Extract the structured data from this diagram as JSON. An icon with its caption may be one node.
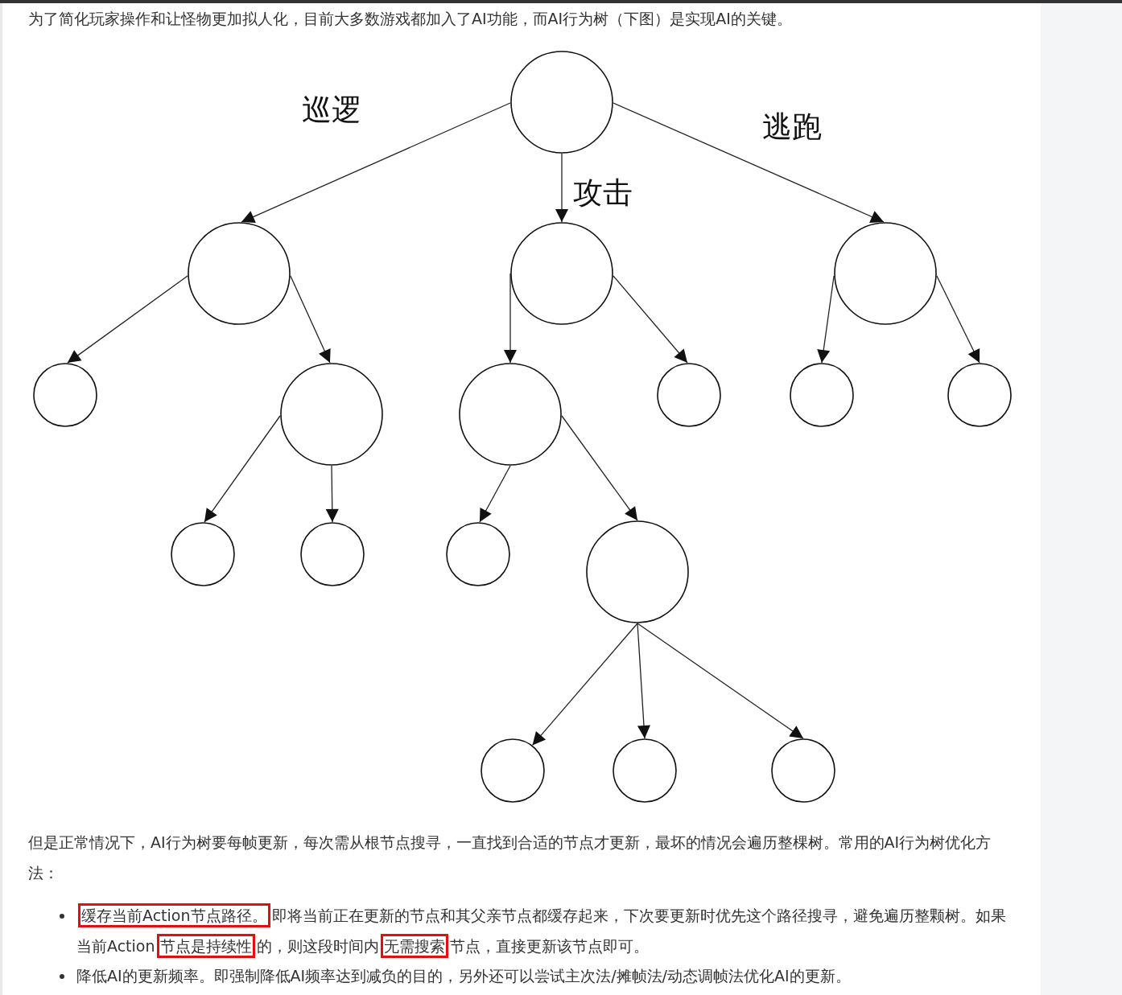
{
  "diagram": {
    "nodes": [
      {
        "text": [],
        "shape": "circle"
      },
      {
        "text": [],
        "shape": "circle"
      },
      {
        "text": [],
        "shape": "circle"
      },
      {
        "text": [],
        "shape": "circle"
      },
      {
        "text": [],
        "shape": "circle"
      },
      {
        "text": [],
        "shape": "circle"
      },
      {
        "text": [],
        "shape": "circle"
      },
      {
        "text": [],
        "shape": "circle"
      },
      {
        "text": [],
        "shape": "circle"
      },
      {
        "text": [],
        "shape": "circle"
      },
      {
        "text": [],
        "shape": "circle"
      },
      {
        "text": [],
        "shape": "circle"
      },
      {
        "text": [],
        "shape": "circle"
      },
      {
        "text": [],
        "shape": "circle"
      },
      {
        "text": [],
        "shape": "circle"
      },
      {
        "text": [],
        "shape": "circle"
      },
      {
        "text": [],
        "shape": "circle"
      }
    ],
    "edges": [
      {
        "from": 0,
        "to": 1,
        "arrow": "to",
        "label": "巡逻"
      },
      {
        "from": 0,
        "to": 2,
        "arrow": "to",
        "label": "攻击"
      },
      {
        "from": 0,
        "to": 3,
        "arrow": "to",
        "label": "逃跑"
      },
      {
        "from": 1,
        "to": 4,
        "arrow": "to"
      },
      {
        "from": 1,
        "to": 5,
        "arrow": "to"
      },
      {
        "from": 2,
        "to": 6,
        "arrow": "to"
      },
      {
        "from": 2,
        "to": 7,
        "arrow": "to"
      },
      {
        "from": 3,
        "to": 8,
        "arrow": "to"
      },
      {
        "from": 3,
        "to": 9,
        "arrow": "to"
      },
      {
        "from": 5,
        "to": 10,
        "arrow": "to"
      },
      {
        "from": 5,
        "to": 11,
        "arrow": "to"
      },
      {
        "from": 6,
        "to": 12,
        "arrow": "to"
      },
      {
        "from": 6,
        "to": 13,
        "arrow": "to"
      },
      {
        "from": 13,
        "to": 14,
        "arrow": "to"
      },
      {
        "from": 13,
        "to": 15,
        "arrow": "to"
      },
      {
        "from": 13,
        "to": 16,
        "arrow": "to"
      }
    ],
    "labels": [
      "为了简化玩家操作和让怪物更加拟人化，目前大多数游戏都加入了AI功能，而AI行为树（下图）是实现AI的关键。",
      "但是正常情况下，AI行为树要每帧更新，每次需从根节点搜寻，一直找到合适的节点才更新，最坏的情况会遍历整棵树。常用的AI行为树优化方法：",
      "缓存当前Action节点路径。即将当前正在更新的节点和其父亲节点都缓存起来，下次要更新时优先这个路径搜寻，避免遍历整颗树。如果当前Action节点是持续性的，则这段时间内无需搜索节点，直接更新该节点即可。",
      "降低AI的更新频率。即强制降低AI频率达到减负的目的，另外还可以尝试主次法/摊帧法/动态调帧法优化AI的更新。"
    ]
  }
}
